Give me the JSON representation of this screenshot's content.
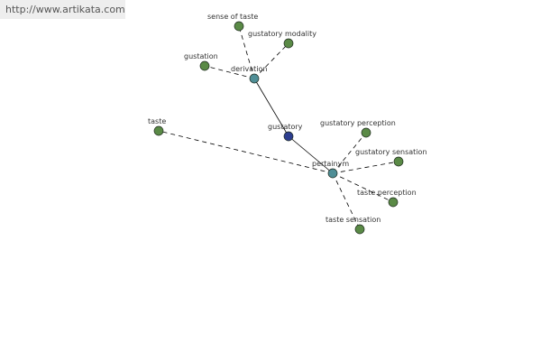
{
  "watermark": {
    "text": "http://www.artikata.com"
  },
  "graph": {
    "colors": {
      "leaf": "#5a8a46",
      "hub": "#4f8e96",
      "center": "#2d3e8f",
      "edge": "#000000",
      "label": "#333333"
    },
    "nodes": {
      "gustatory": {
        "label": "gustatory",
        "kind": "center"
      },
      "derivation": {
        "label": "derivation",
        "kind": "hub"
      },
      "pertainym": {
        "label": "pertainym",
        "kind": "hub"
      },
      "sense_of_taste": {
        "label": "sense of taste",
        "kind": "leaf"
      },
      "gustatory_modality": {
        "label": "gustatory modality",
        "kind": "leaf"
      },
      "gustation": {
        "label": "gustation",
        "kind": "leaf"
      },
      "taste": {
        "label": "taste",
        "kind": "leaf"
      },
      "gustatory_perception": {
        "label": "gustatory perception",
        "kind": "leaf"
      },
      "gustatory_sensation": {
        "label": "gustatory sensation",
        "kind": "leaf"
      },
      "taste_perception": {
        "label": "taste perception",
        "kind": "leaf"
      },
      "taste_sensation": {
        "label": "taste sensation",
        "kind": "leaf"
      }
    },
    "edges": [
      {
        "from": "derivation",
        "to": "gustatory",
        "style": "solid"
      },
      {
        "from": "gustatory",
        "to": "pertainym",
        "style": "solid"
      },
      {
        "from": "derivation",
        "to": "sense_of_taste",
        "style": "dashed"
      },
      {
        "from": "derivation",
        "to": "gustatory_modality",
        "style": "dashed"
      },
      {
        "from": "derivation",
        "to": "gustation",
        "style": "dashed"
      },
      {
        "from": "pertainym",
        "to": "taste",
        "style": "dashed"
      },
      {
        "from": "pertainym",
        "to": "gustatory_perception",
        "style": "dashed"
      },
      {
        "from": "pertainym",
        "to": "gustatory_sensation",
        "style": "dashed"
      },
      {
        "from": "pertainym",
        "to": "taste_perception",
        "style": "dashed"
      },
      {
        "from": "pertainym",
        "to": "taste_sensation",
        "style": "dashed"
      }
    ]
  }
}
